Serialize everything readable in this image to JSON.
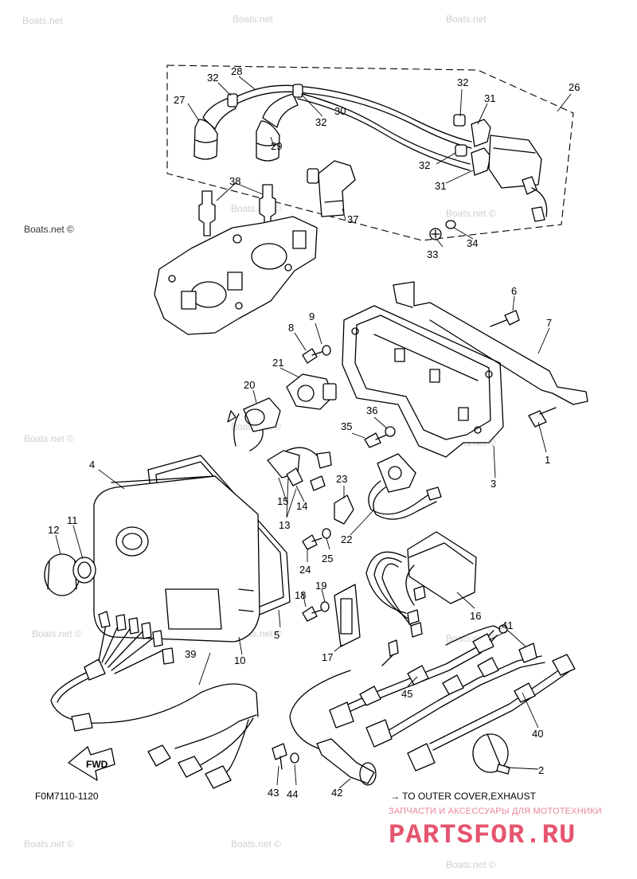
{
  "watermark_text": "Boats.net",
  "watermark_text_copy": "Boats.net ©",
  "reference_code": "F0M7110-1120",
  "arrow_label": "FWD",
  "note_text": "→ TO OUTER COVER,EXHAUST",
  "brand": {
    "subtitle": "ЗАПЧАСТИ И АКСЕССУАРЫ ДЛЯ МОТОТЕХНИКИ",
    "name": "PARTSFOR.RU"
  },
  "callouts": {
    "c1": "1",
    "c2": "2",
    "c3": "3",
    "c4": "4",
    "c5": "5",
    "c6": "6",
    "c7": "7",
    "c8": "8",
    "c9": "9",
    "c10": "10",
    "c11": "11",
    "c12": "12",
    "c13": "13",
    "c14": "14",
    "c15": "15",
    "c16": "16",
    "c17": "17",
    "c18": "18",
    "c19": "19",
    "c20": "20",
    "c21": "21",
    "c22": "22",
    "c23": "23",
    "c24": "24",
    "c25": "25",
    "c26": "26",
    "c27": "27",
    "c28": "28",
    "c29": "29",
    "c30": "30",
    "c31a": "31",
    "c31b": "31",
    "c32a": "32",
    "c32b": "32",
    "c32c": "32",
    "c32d": "32",
    "c33": "33",
    "c34": "34",
    "c35": "35",
    "c36": "36",
    "c37": "37",
    "c38": "38",
    "c39": "39",
    "c40": "40",
    "c41": "41",
    "c42": "42",
    "c43": "43",
    "c44": "44",
    "c45": "45"
  }
}
